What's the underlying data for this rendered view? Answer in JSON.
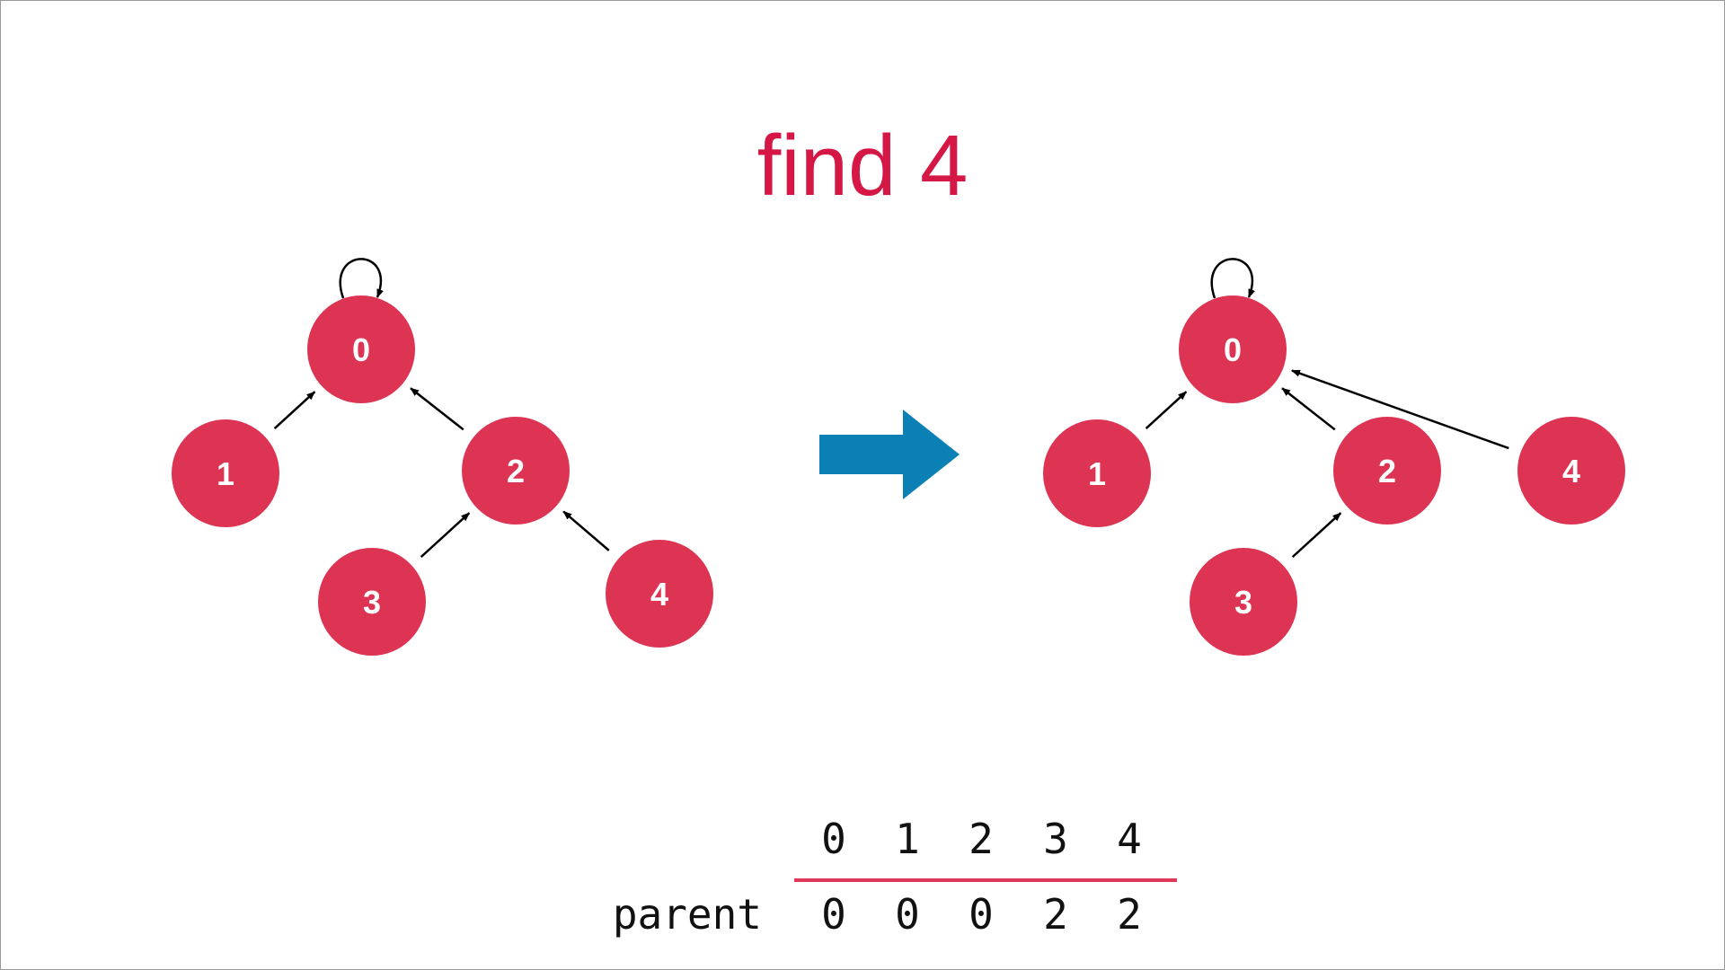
{
  "title": "find 4",
  "colors": {
    "node_fill": "#de3453",
    "title": "#d41745",
    "transition_arrow": "#0a80b5",
    "table_rule": "#e0385a"
  },
  "before": {
    "nodes": [
      {
        "id": "0",
        "label": "0"
      },
      {
        "id": "1",
        "label": "1"
      },
      {
        "id": "2",
        "label": "2"
      },
      {
        "id": "3",
        "label": "3"
      },
      {
        "id": "4",
        "label": "4"
      }
    ],
    "edges": [
      {
        "from": "0",
        "to": "0"
      },
      {
        "from": "1",
        "to": "0"
      },
      {
        "from": "2",
        "to": "0"
      },
      {
        "from": "3",
        "to": "2"
      },
      {
        "from": "4",
        "to": "2"
      }
    ]
  },
  "after": {
    "nodes": [
      {
        "id": "0",
        "label": "0"
      },
      {
        "id": "1",
        "label": "1"
      },
      {
        "id": "2",
        "label": "2"
      },
      {
        "id": "3",
        "label": "3"
      },
      {
        "id": "4",
        "label": "4"
      }
    ],
    "edges": [
      {
        "from": "0",
        "to": "0"
      },
      {
        "from": "1",
        "to": "0"
      },
      {
        "from": "2",
        "to": "0"
      },
      {
        "from": "3",
        "to": "2"
      },
      {
        "from": "4",
        "to": "0"
      }
    ]
  },
  "table": {
    "row_label": "parent",
    "indices": [
      "0",
      "1",
      "2",
      "3",
      "4"
    ],
    "values": [
      "0",
      "0",
      "0",
      "2",
      "2"
    ]
  }
}
